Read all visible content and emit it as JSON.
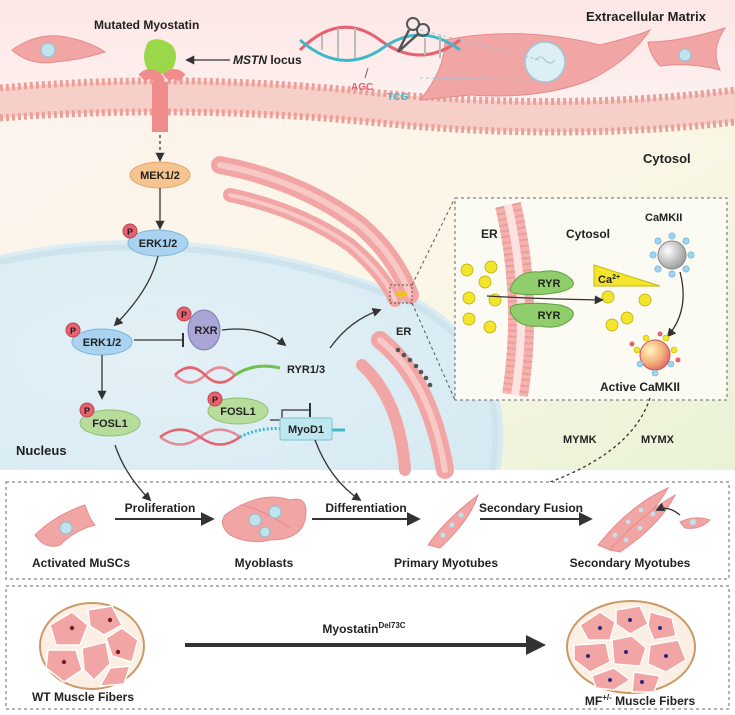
{
  "labels": {
    "mutated_myostatin": "Mutated Myostatin",
    "mstn": "MSTN",
    "locus": " locus",
    "extracellular_matrix": "Extracellular Matrix",
    "cytosol_main": "Cytosol",
    "agc": "AGC",
    "tcg": "TCG",
    "mek": "MEK1/2",
    "erk_cyto": "ERK1/2",
    "erk_nuc": "ERK1/2",
    "rxr": "RXR",
    "ryr13": "RYR1/3",
    "fosl1_a": "FOSL1",
    "fosl1_b": "FOSL1",
    "myod1": "MyoD1",
    "nucleus": "Nucleus",
    "er_small": "ER",
    "p": "P",
    "inset_er": "ER",
    "inset_cytosol": "Cytosol",
    "camkii": "CaMKII",
    "ca": "Ca",
    "ca_sup": "2+",
    "ryr_top": "RYR",
    "ryr_bottom": "RYR",
    "active_camkii": "Active CaMKII",
    "mymk": "MYMK",
    "mymx": "MYMX"
  },
  "flow": {
    "proliferation": "Proliferation",
    "differentiation": "Differentiation",
    "secondary_fusion": "Secondary Fusion",
    "activated_muscs": "Activated MuSCs",
    "myoblasts": "Myoblasts",
    "primary_myotubes": "Primary Myotubes",
    "secondary_myotubes": "Secondary Myotubes"
  },
  "fibers": {
    "myostatin": "Myostatin",
    "myostatin_sup": "Del73C",
    "wt": "WT Muscle Fibers",
    "mf_prefix": "MF",
    "mf_sup": "+/-",
    "mf_suffix": " Muscle Fibers"
  },
  "colors": {
    "cell_pink": "#f2a5a5",
    "mek_orange": "#f6c48f",
    "erk_blue": "#a9d3f0",
    "fosl_green": "#b8dc9c",
    "rxr_purple": "#a9a6d6",
    "myod_cyan": "#bfe7ef",
    "phospho_red": "#e8616e",
    "calcium_yellow": "#f3e52e"
  }
}
